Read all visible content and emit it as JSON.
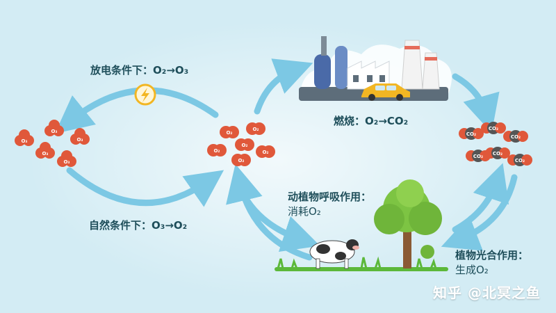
{
  "labels": {
    "discharge": "放电条件下：O₂→O₃",
    "natural": "自然条件下：O₃→O₂",
    "burning": "燃烧：O₂→CO₂",
    "respiration_title": "动植物呼吸作用：",
    "respiration_sub": "消耗O₂",
    "photosynthesis_title": "植物光合作用：",
    "photosynthesis_sub": "生成O₂"
  },
  "molecules": {
    "o3_label": "O₃",
    "o2_label": "O₂",
    "co2_label": "CO₂"
  },
  "watermark": "知乎 @北冥之鱼",
  "colors": {
    "background": "#d3ecf4",
    "arrow": "#7cc8e4",
    "molecule": "#e0583a",
    "co2_carbon": "#555555",
    "text": "#1e4e5a",
    "lightning": "#f2b623",
    "grass": "#5cb83a"
  },
  "icons": [
    "lightning-icon",
    "factory-icon",
    "car-icon",
    "cow-icon",
    "tree-icon"
  ]
}
